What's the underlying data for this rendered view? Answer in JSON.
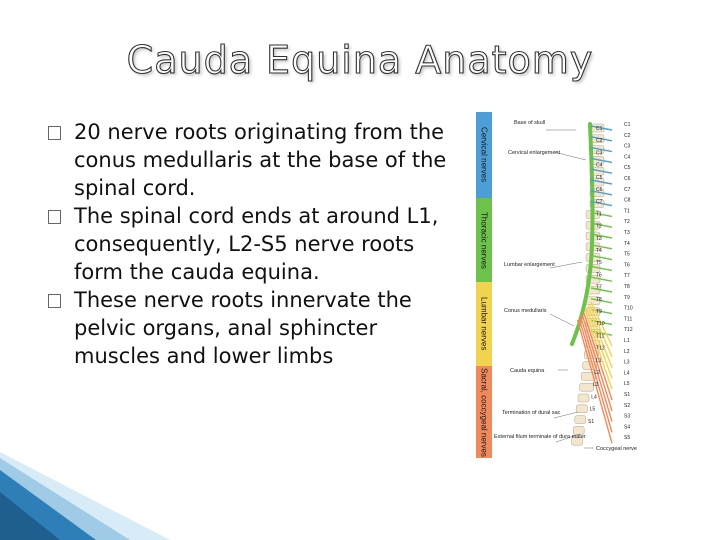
{
  "slide": {
    "title": "Cauda Equina Anatomy",
    "bullets": [
      "20 nerve roots originating from the conus medullaris at the base of the spinal cord.",
      "The spinal cord ends at around L1, consequently, L2-S5 nerve roots form the cauda equina.",
      "These nerve roots innervate the pelvic organs, anal sphincter muscles and lower limbs"
    ]
  },
  "figure": {
    "bands": [
      {
        "label": "Cervical nerves",
        "color": "#4d9ed6"
      },
      {
        "label": "Thoracic nerves",
        "color": "#6cc24a"
      },
      {
        "label": "Lumbar nerves",
        "color": "#f2d34f"
      },
      {
        "label": "Sacral, coccygeal nerves",
        "color": "#f08a5d"
      }
    ],
    "annotations": {
      "base_of_skull": "Base of skull",
      "cervical_enlargement": "Cervical enlargement",
      "lumbar_enlargement": "Lumbar enlargement",
      "conus_medullaris": "Conus medullaris",
      "cauda_equina": "Cauda equina",
      "dural_sac": "Termination of dural sac",
      "filum_terminale": "External filum terminale of dura mater",
      "coccygeal_nerve": "Coccygeal nerve"
    },
    "right_levels": [
      "C1",
      "C2",
      "C3",
      "C4",
      "C5",
      "C6",
      "C7",
      "C8",
      "T1",
      "T2",
      "T3",
      "T4",
      "T5",
      "T6",
      "T7",
      "T8",
      "T9",
      "T10",
      "T11",
      "T12",
      "L1",
      "L2",
      "L3",
      "L4",
      "L5",
      "S1",
      "S2",
      "S3",
      "S4",
      "S5"
    ],
    "inner_levels": [
      "C1",
      "C2",
      "C3",
      "C4",
      "C5",
      "C6",
      "C7",
      "T1",
      "T2",
      "T3",
      "T4",
      "T5",
      "T6",
      "T7",
      "T8",
      "T9",
      "T10",
      "T11",
      "T12",
      "L1",
      "L2",
      "L3",
      "L4",
      "L5",
      "S1"
    ],
    "colors": {
      "cervical": "#4d9ed6",
      "thoracic": "#6cc24a",
      "lumbar": "#f2d34f",
      "sacral": "#f08a5d",
      "bone": "#f3e6cf",
      "deco_blue": "#2e7fb8"
    }
  }
}
